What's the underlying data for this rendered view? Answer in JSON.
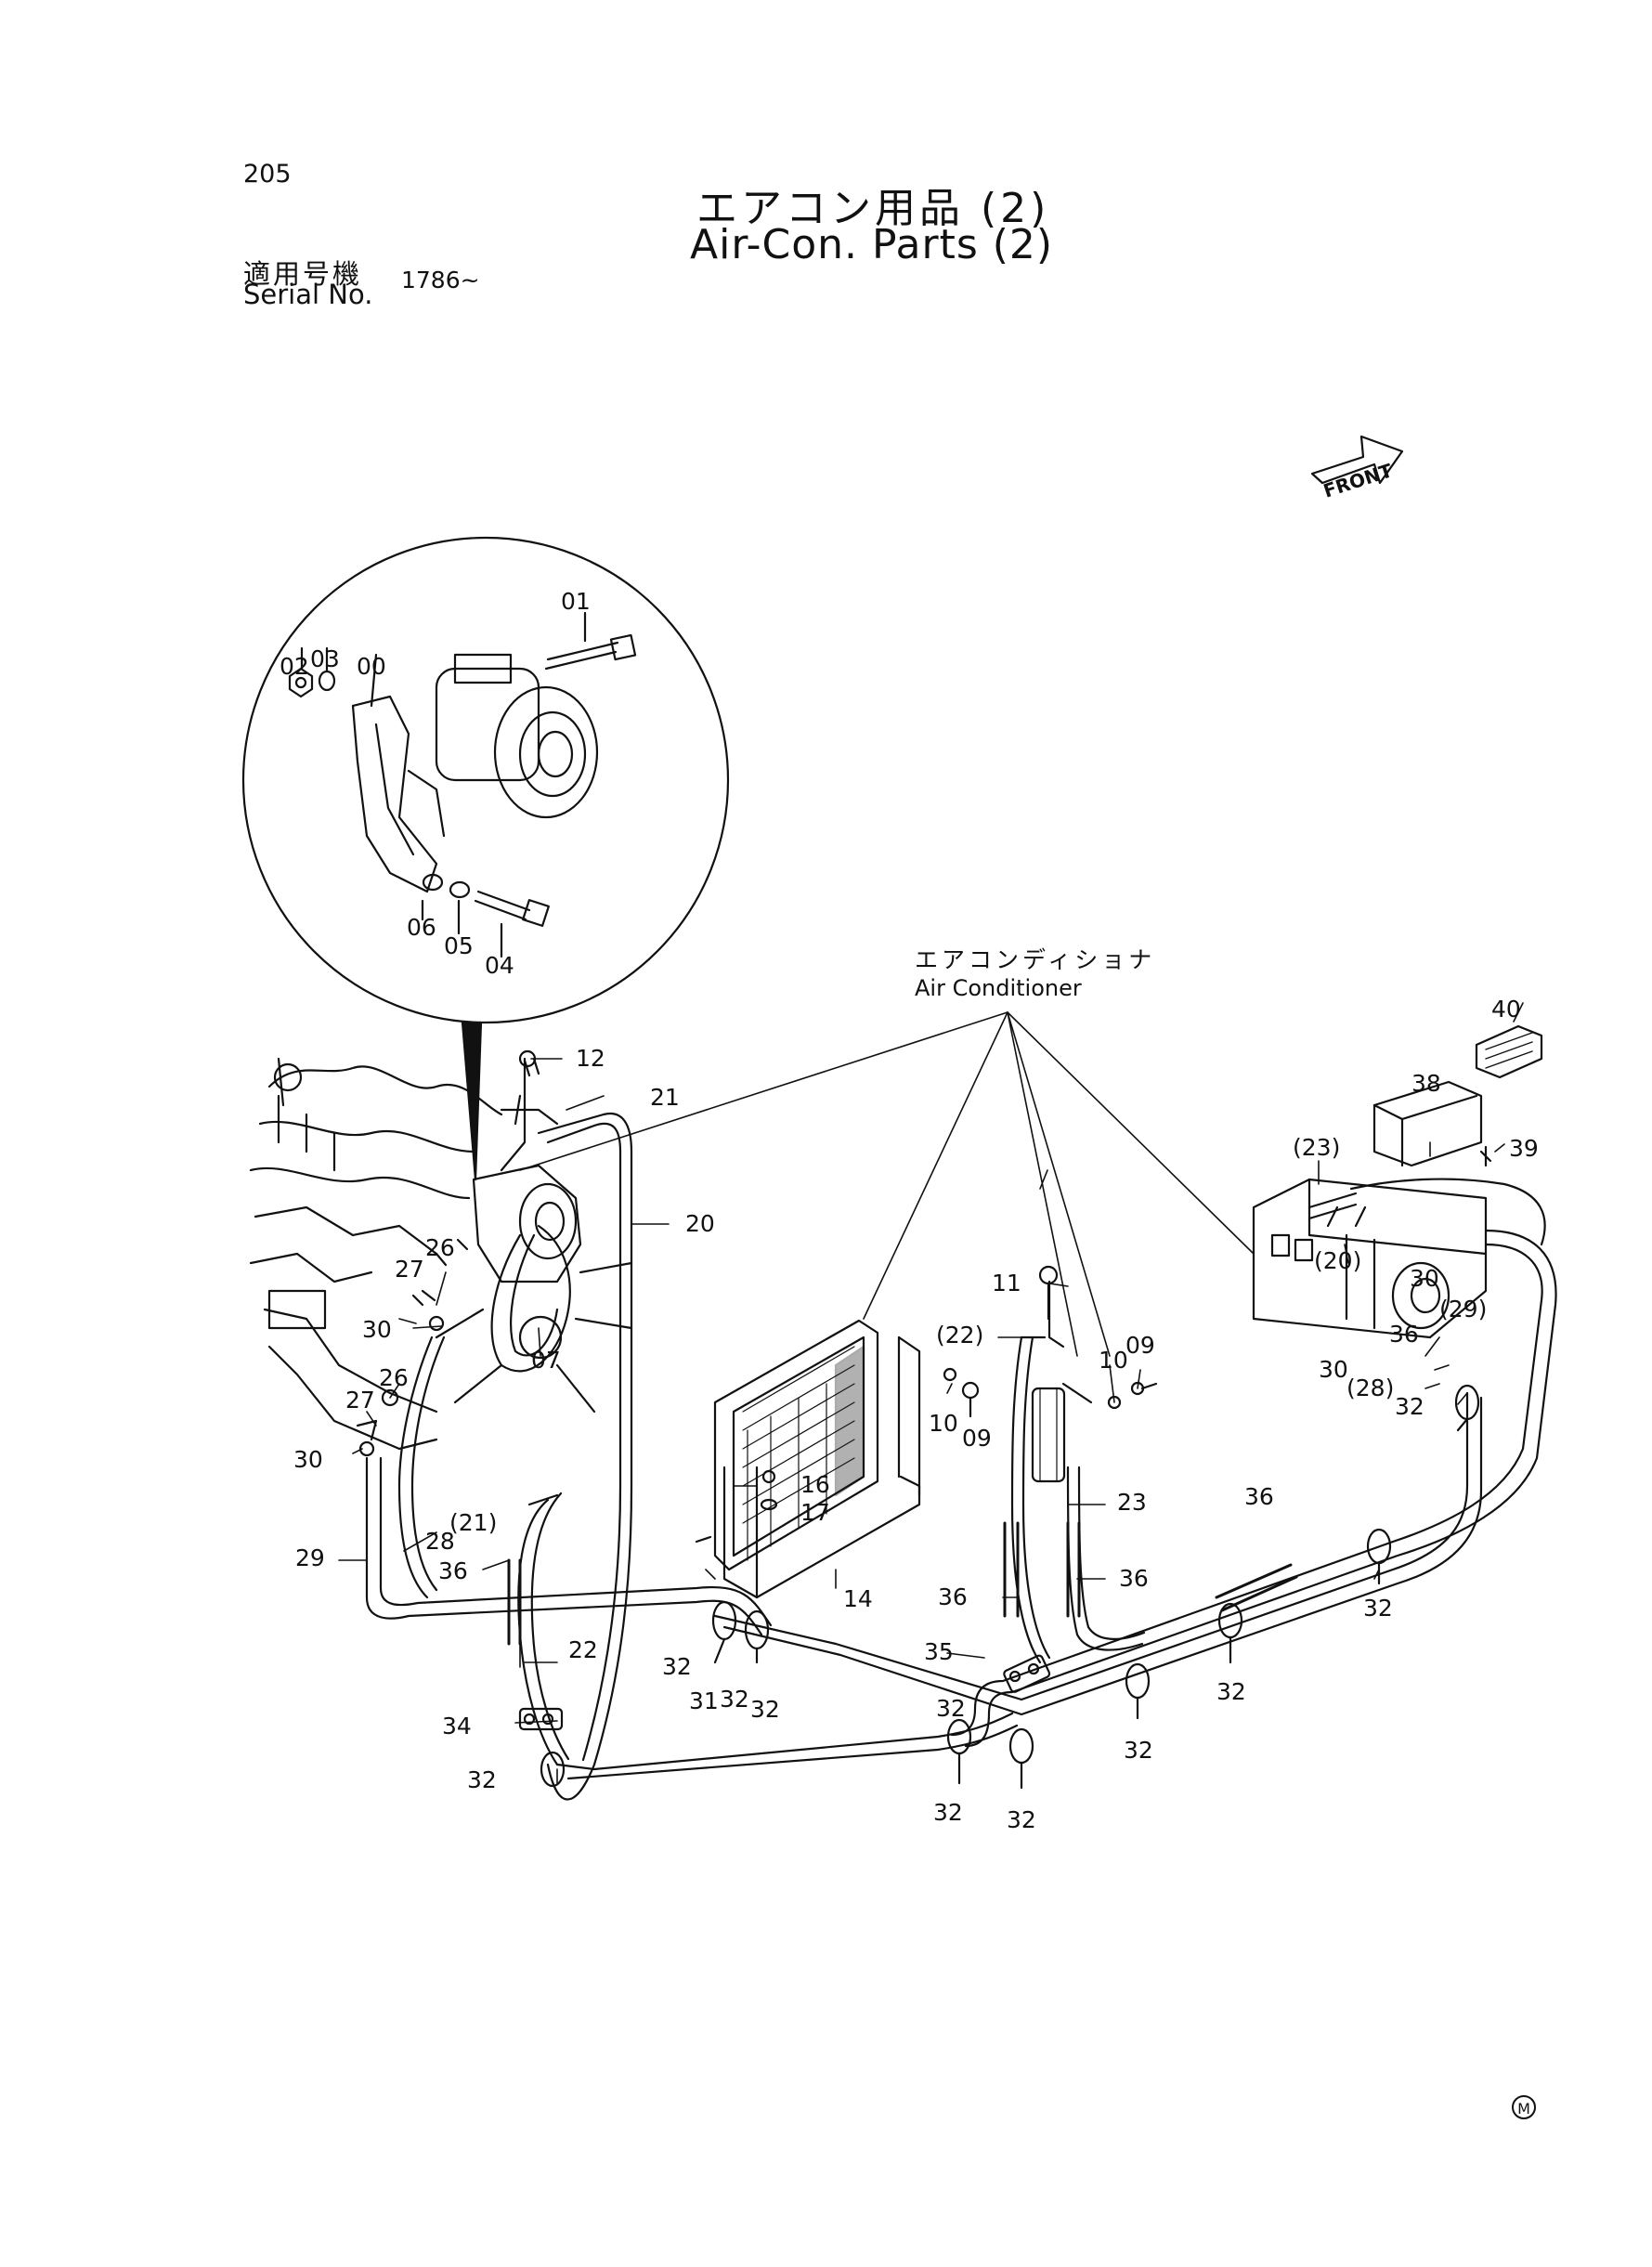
{
  "page_number": "205",
  "title_jp": "エアコン用品 (2)",
  "title_en": "Air-Con. Parts (2)",
  "serial_label_jp": "適用号機",
  "serial_label_en": "Serial No.",
  "serial_value": "1786~",
  "front_label": "FRONT",
  "assembly_label_jp": "エアコンディショナ",
  "assembly_label_en": "Air Conditioner",
  "mark": "M",
  "callouts": [
    "00",
    "01",
    "02",
    "03",
    "04",
    "05",
    "06",
    "07",
    "09",
    "09",
    "10",
    "10",
    "11",
    "12",
    "14",
    "16",
    "17",
    "20",
    "21",
    "22",
    "23",
    "26",
    "26",
    "27",
    "27",
    "28",
    "29",
    "30",
    "30",
    "30",
    "30",
    "31",
    "32",
    "32",
    "32",
    "32",
    "32",
    "32",
    "32",
    "32",
    "32",
    "32",
    "32",
    "34",
    "35",
    "36",
    "36",
    "36",
    "36",
    "36",
    "38",
    "39",
    "40",
    "(20)",
    "(21)",
    "(22)",
    "(23)",
    "(28)",
    "(29)"
  ]
}
